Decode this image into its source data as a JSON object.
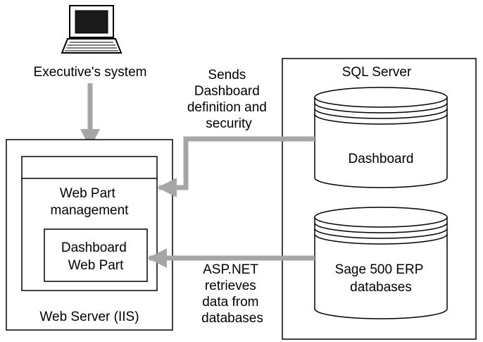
{
  "diagram": {
    "executive": {
      "label": "Executive's system",
      "icon": "laptop-icon"
    },
    "web_server": {
      "label": "Web Server (IIS)",
      "management_lines": [
        "Web Part",
        "management"
      ],
      "dashboard_web_part_lines": [
        "Dashboard",
        "Web Part"
      ]
    },
    "sql_server": {
      "label": "SQL Server",
      "dashboard_db": {
        "icon": "database-icon",
        "label": "Dashboard"
      },
      "erp_db": {
        "icon": "database-icon",
        "lines": [
          "Sage 500 ERP",
          "databases"
        ]
      }
    },
    "flows": {
      "security_lines": [
        "Sends",
        "Dashboard",
        "definition and",
        "security"
      ],
      "retrieval_lines": [
        "ASP.NET",
        "retrieves",
        "data from",
        "databases"
      ]
    },
    "colors": {
      "arrow": "#a6a6a6",
      "outline": "#000000",
      "background": "#ffffff"
    }
  }
}
